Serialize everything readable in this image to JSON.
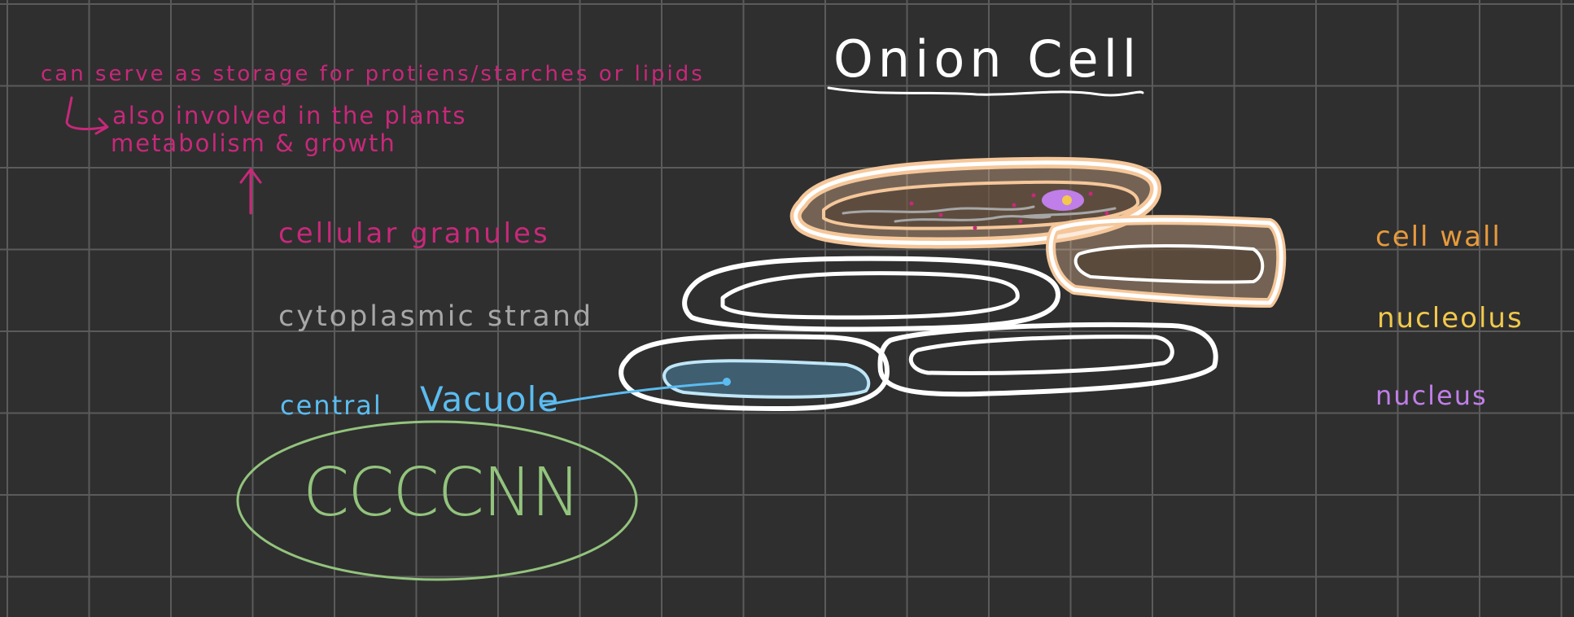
{
  "title": "Onion Cell",
  "note": {
    "line1": "can serve as storage for protiens/starches or lipids",
    "line2": "also involved in the plants",
    "line3": "metabolism & growth"
  },
  "left_labels": {
    "granules": "cellular granules",
    "strand": "cytoplasmic strand",
    "central": "central",
    "vacuole": "Vacuole"
  },
  "scribble": "CCCCNN",
  "legend": {
    "cell_wall": "cell wall",
    "nucleolus": "nucleolus",
    "nucleus": "nucleus"
  },
  "colors": {
    "background": "#2f2f2f",
    "grid": "#5b5b5b",
    "pink": "#c8287a",
    "gray_text": "#a7a7a7",
    "blue": "#5bbcf0",
    "green": "#93c47d",
    "orange": "#e89a3c",
    "yellow": "#f2c94c",
    "purple": "#c07ee8",
    "white": "#ffffff",
    "cell_wall_fill": "#f5c79a",
    "vacuole_fill": "#3f5e70"
  }
}
